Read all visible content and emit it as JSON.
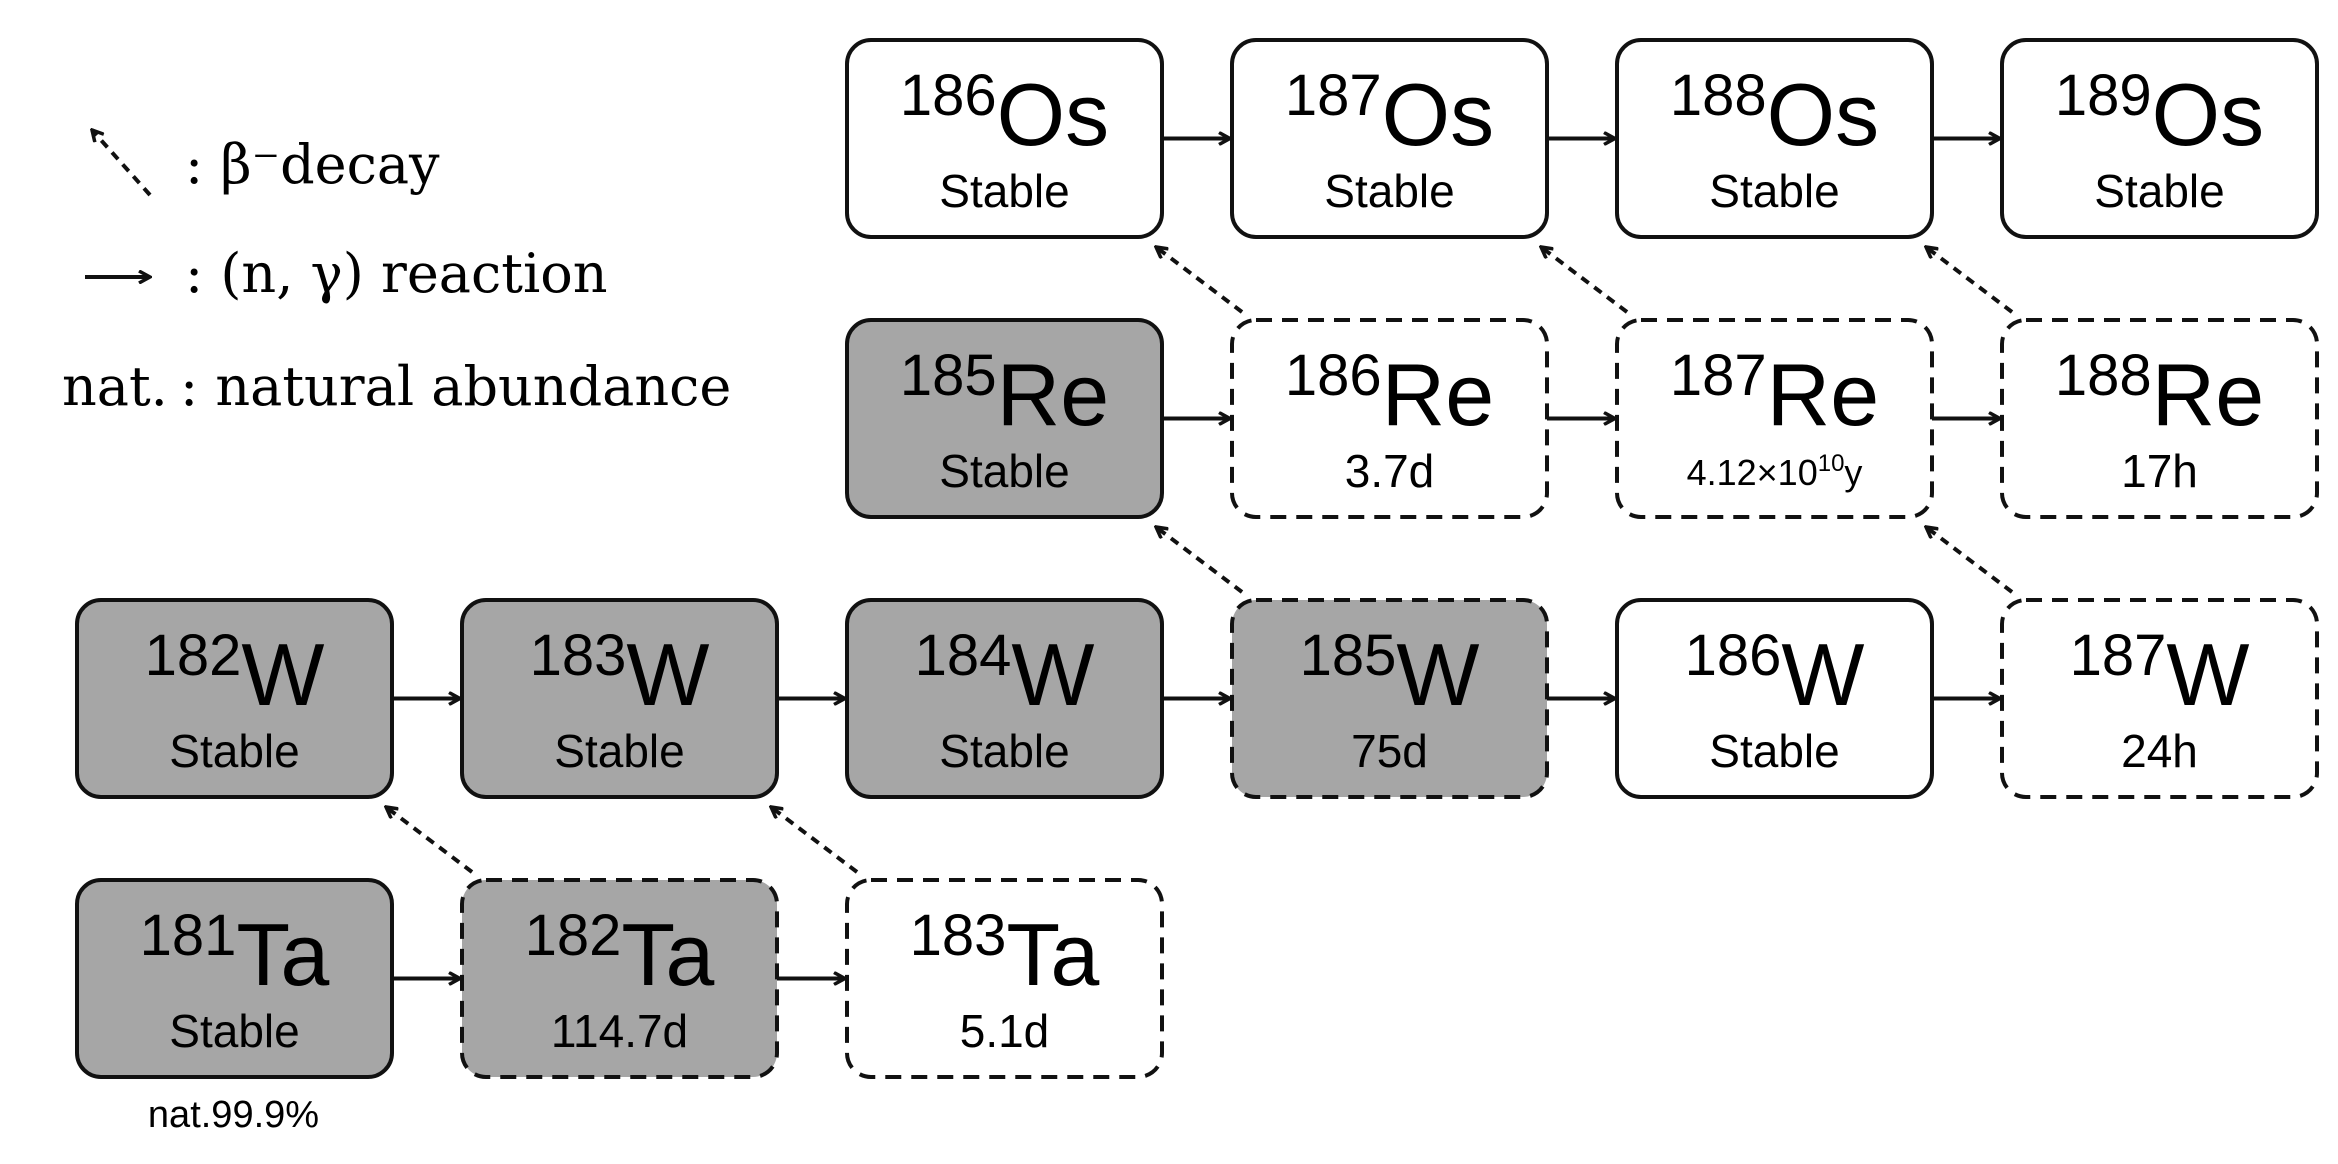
{
  "legend": {
    "beta_label": ": β⁻decay",
    "ng_label": ": (n, γ) reaction",
    "nat_key": "nat.",
    "nat_desc": ": natural abundance"
  },
  "colors": {
    "natural_fill": "#a6a6a6",
    "other_fill": "#ffffff",
    "stroke": "#111111"
  },
  "nuclides": [
    {
      "id": "os186",
      "row": 0,
      "col": 2,
      "mass": "186",
      "symbol": "Os",
      "half_life": "Stable",
      "stable": true,
      "natural": false
    },
    {
      "id": "os187",
      "row": 0,
      "col": 3,
      "mass": "187",
      "symbol": "Os",
      "half_life": "Stable",
      "stable": true,
      "natural": false
    },
    {
      "id": "os188",
      "row": 0,
      "col": 4,
      "mass": "188",
      "symbol": "Os",
      "half_life": "Stable",
      "stable": true,
      "natural": false
    },
    {
      "id": "os189",
      "row": 0,
      "col": 5,
      "mass": "189",
      "symbol": "Os",
      "half_life": "Stable",
      "stable": true,
      "natural": false
    },
    {
      "id": "re185",
      "row": 1,
      "col": 2,
      "mass": "185",
      "symbol": "Re",
      "half_life": "Stable",
      "stable": true,
      "natural": true
    },
    {
      "id": "re186",
      "row": 1,
      "col": 3,
      "mass": "186",
      "symbol": "Re",
      "half_life": "3.7d",
      "stable": false,
      "natural": false
    },
    {
      "id": "re187",
      "row": 1,
      "col": 4,
      "mass": "187",
      "symbol": "Re",
      "half_life": "4.12×10",
      "half_life_exp": "10",
      "half_life_unit": "y",
      "stable": false,
      "natural": false
    },
    {
      "id": "re188",
      "row": 1,
      "col": 5,
      "mass": "188",
      "symbol": "Re",
      "half_life": "17h",
      "stable": false,
      "natural": false
    },
    {
      "id": "w182",
      "row": 2,
      "col": 0,
      "mass": "182",
      "symbol": "W",
      "half_life": "Stable",
      "stable": true,
      "natural": true
    },
    {
      "id": "w183",
      "row": 2,
      "col": 1,
      "mass": "183",
      "symbol": "W",
      "half_life": "Stable",
      "stable": true,
      "natural": true
    },
    {
      "id": "w184",
      "row": 2,
      "col": 2,
      "mass": "184",
      "symbol": "W",
      "half_life": "Stable",
      "stable": true,
      "natural": true
    },
    {
      "id": "w185",
      "row": 2,
      "col": 3,
      "mass": "185",
      "symbol": "W",
      "half_life": "75d",
      "stable": false,
      "natural": true
    },
    {
      "id": "w186",
      "row": 2,
      "col": 4,
      "mass": "186",
      "symbol": "W",
      "half_life": "Stable",
      "stable": true,
      "natural": false
    },
    {
      "id": "w187",
      "row": 2,
      "col": 5,
      "mass": "187",
      "symbol": "W",
      "half_life": "24h",
      "stable": false,
      "natural": false
    },
    {
      "id": "ta181",
      "row": 3,
      "col": 0,
      "mass": "181",
      "symbol": "Ta",
      "half_life": "Stable",
      "stable": true,
      "natural": true,
      "note": "nat.99.9%"
    },
    {
      "id": "ta182",
      "row": 3,
      "col": 1,
      "mass": "182",
      "symbol": "Ta",
      "half_life": "114.7d",
      "stable": false,
      "natural": true
    },
    {
      "id": "ta183",
      "row": 3,
      "col": 2,
      "mass": "183",
      "symbol": "Ta",
      "half_life": "5.1d",
      "stable": false,
      "natural": false
    }
  ],
  "ng_reactions": [
    [
      "os186",
      "os187"
    ],
    [
      "os187",
      "os188"
    ],
    [
      "os188",
      "os189"
    ],
    [
      "re185",
      "re186"
    ],
    [
      "re186",
      "re187"
    ],
    [
      "re187",
      "re188"
    ],
    [
      "w182",
      "w183"
    ],
    [
      "w183",
      "w184"
    ],
    [
      "w184",
      "w185"
    ],
    [
      "w185",
      "w186"
    ],
    [
      "w186",
      "w187"
    ],
    [
      "ta181",
      "ta182"
    ],
    [
      "ta182",
      "ta183"
    ]
  ],
  "beta_decays": [
    [
      "re186",
      "os186"
    ],
    [
      "re187",
      "os187"
    ],
    [
      "re188",
      "os188"
    ],
    [
      "w185",
      "re185"
    ],
    [
      "w187",
      "re187"
    ],
    [
      "ta182",
      "w182"
    ],
    [
      "ta183",
      "w183"
    ]
  ]
}
